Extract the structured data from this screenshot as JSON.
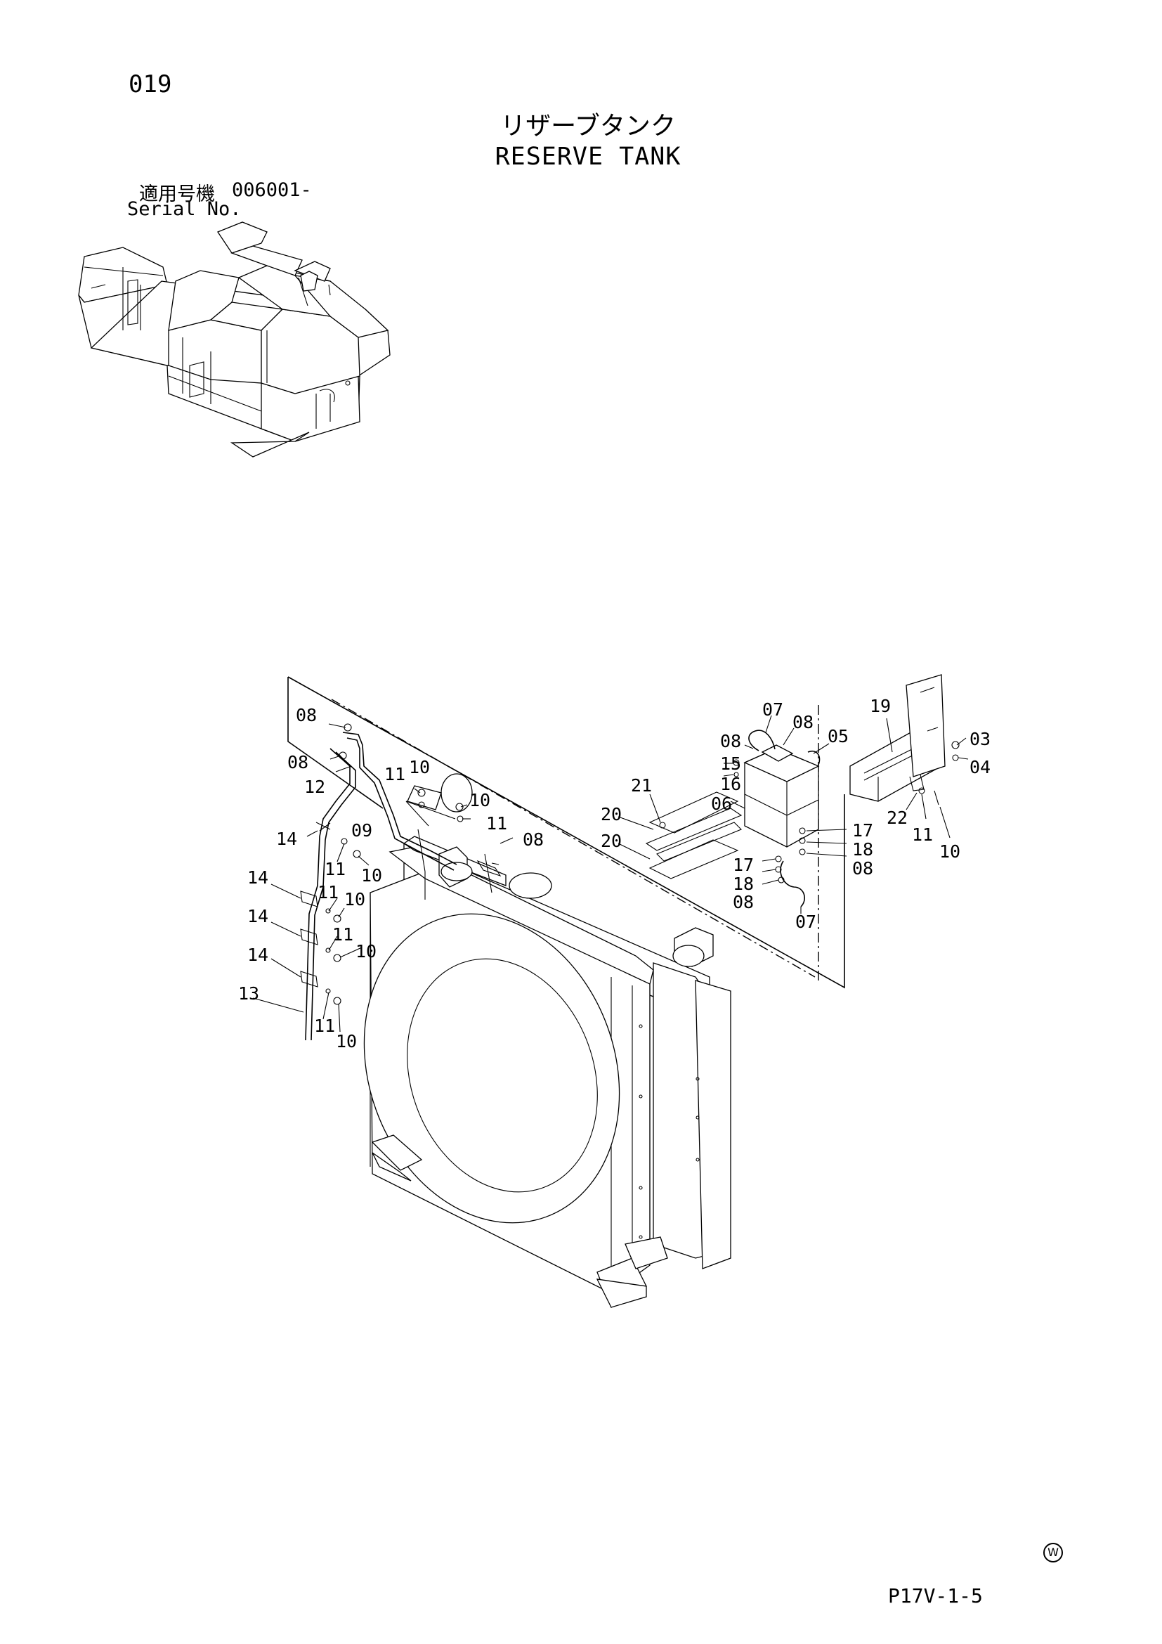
{
  "page": {
    "number": "019",
    "title_jp": "リザーブタンク",
    "title_en": "RESERVE TANK",
    "serial_label_jp": "適用号機",
    "serial_value": "006001-",
    "serial_label_en": "Serial No.",
    "footer_code": "P17V-1-5",
    "mark": "W"
  },
  "callouts": [
    {
      "id": "c08a",
      "text": "08"
    },
    {
      "id": "c08b",
      "text": "08"
    },
    {
      "id": "c12",
      "text": "12"
    },
    {
      "id": "c11a",
      "text": "11"
    },
    {
      "id": "c10a",
      "text": "10"
    },
    {
      "id": "c10b",
      "text": "10"
    },
    {
      "id": "c11b",
      "text": "11"
    },
    {
      "id": "c09",
      "text": "09"
    },
    {
      "id": "c08c",
      "text": "08"
    },
    {
      "id": "c14a",
      "text": "14"
    },
    {
      "id": "c11c",
      "text": "11"
    },
    {
      "id": "c10c",
      "text": "10"
    },
    {
      "id": "c14b",
      "text": "14"
    },
    {
      "id": "c11d",
      "text": "11"
    },
    {
      "id": "c10d",
      "text": "10"
    },
    {
      "id": "c14c",
      "text": "14"
    },
    {
      "id": "c11e",
      "text": "11"
    },
    {
      "id": "c10e",
      "text": "10"
    },
    {
      "id": "c14d",
      "text": "14"
    },
    {
      "id": "c13",
      "text": "13"
    },
    {
      "id": "c11f",
      "text": "11"
    },
    {
      "id": "c10f",
      "text": "10"
    },
    {
      "id": "c07a",
      "text": "07"
    },
    {
      "id": "c08d",
      "text": "08"
    },
    {
      "id": "c08e",
      "text": "08"
    },
    {
      "id": "c05",
      "text": "05"
    },
    {
      "id": "c15",
      "text": "15"
    },
    {
      "id": "c16",
      "text": "16"
    },
    {
      "id": "c21",
      "text": "21"
    },
    {
      "id": "c06",
      "text": "06"
    },
    {
      "id": "c20a",
      "text": "20"
    },
    {
      "id": "c20b",
      "text": "20"
    },
    {
      "id": "c17a",
      "text": "17"
    },
    {
      "id": "c18a",
      "text": "18"
    },
    {
      "id": "c08f",
      "text": "08"
    },
    {
      "id": "c17b",
      "text": "17"
    },
    {
      "id": "c18b",
      "text": "18"
    },
    {
      "id": "c08g",
      "text": "08"
    },
    {
      "id": "c07b",
      "text": "07"
    },
    {
      "id": "c19",
      "text": "19"
    },
    {
      "id": "c03",
      "text": "03"
    },
    {
      "id": "c04",
      "text": "04"
    },
    {
      "id": "c22",
      "text": "22"
    },
    {
      "id": "c11g",
      "text": "11"
    },
    {
      "id": "c10g",
      "text": "10"
    }
  ]
}
